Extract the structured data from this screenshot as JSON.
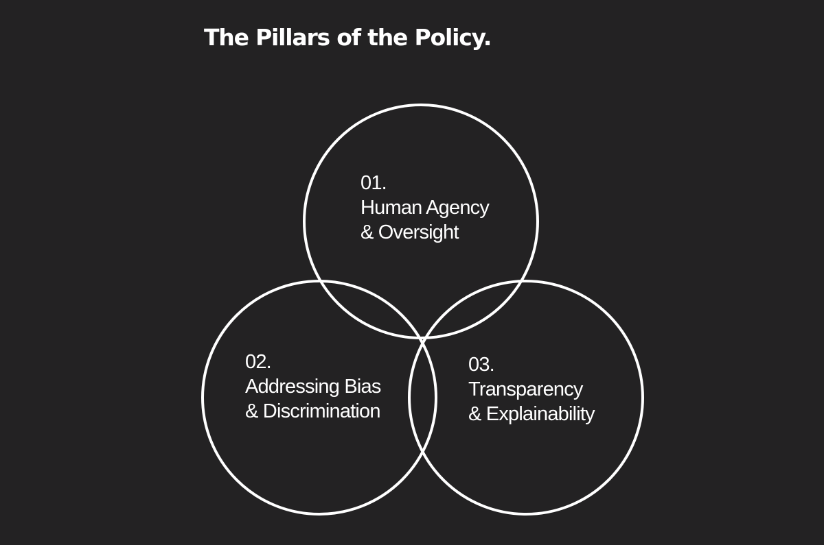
{
  "title": "The Pillars of the Policy.",
  "colors": {
    "background": "#232223",
    "foreground": "#ffffff"
  },
  "pillars": [
    {
      "number": "01.",
      "line1": "Human Agency",
      "line2": "& Oversight"
    },
    {
      "number": "02.",
      "line1": "Addressing Bias",
      "line2": "& Discrimination"
    },
    {
      "number": "03.",
      "line1": "Transparency",
      "line2": "& Explainability"
    }
  ]
}
